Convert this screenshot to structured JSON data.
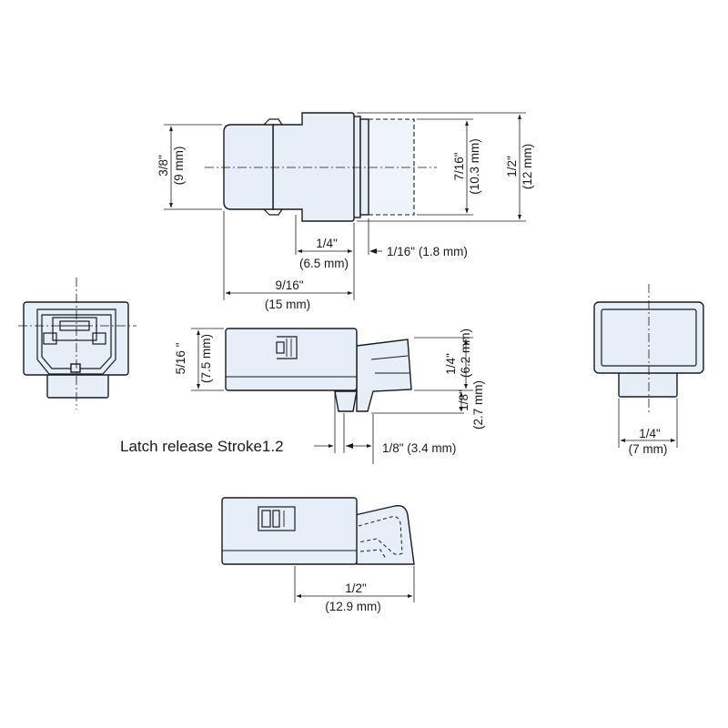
{
  "colors": {
    "body_fill": "#e6eff8",
    "line": "#1a1a1a",
    "background": "#ffffff"
  },
  "views": {
    "top": {
      "dim_height_in": "3/8\"",
      "dim_height_mm": "(9 mm)",
      "dim_lock_in": "7/16\"",
      "dim_lock_mm": "(10.3 mm)",
      "dim_total_in": "1/2\"",
      "dim_total_mm": "(12 mm)",
      "dim_step_in": "1/4\"",
      "dim_step_mm": "(6.5 mm)",
      "dim_flange": "1/16\" (1.8 mm)",
      "dim_length_in": "9/16\"",
      "dim_length_mm": "(15 mm)"
    },
    "side": {
      "dim_height_in": "5/16 \"",
      "dim_height_mm": "(7.5 mm)",
      "dim_latch_in": "1/4\"",
      "dim_latch_mm": "(6.2 mm)",
      "dim_offset_in": "1/8\"",
      "dim_offset_mm": "(2.7 mm)",
      "latch_release_label": "Latch release Stroke1.2",
      "dim_stroke": "1/8\" (3.4 mm)"
    },
    "rear": {
      "dim_width_in": "1/4\"",
      "dim_width_mm": "(7 mm)"
    },
    "pressed": {
      "dim_length_in": "1/2\"",
      "dim_length_mm": "(12.9 mm)"
    }
  }
}
